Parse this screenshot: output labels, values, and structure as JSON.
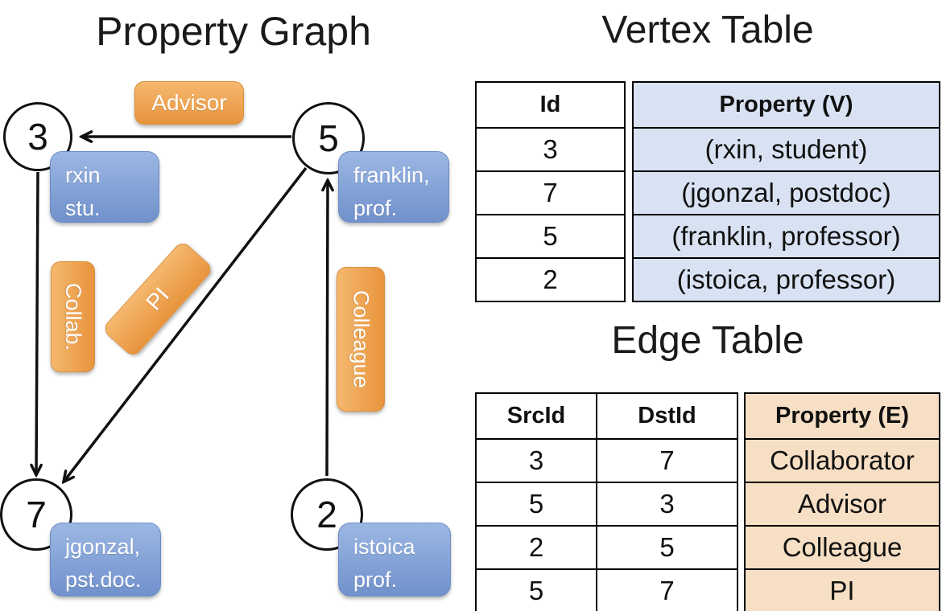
{
  "colors": {
    "node_property_blue": "#7e9fd4",
    "edge_label_orange": "#efa14e",
    "vertex_table_fill": "#d9e2f3",
    "edge_table_fill": "#f6dfc4",
    "diagram_line": "#111111"
  },
  "graph": {
    "title": "Property Graph",
    "nodes": [
      {
        "id": "3",
        "label_line1": "rxin",
        "label_line2": "stu."
      },
      {
        "id": "5",
        "label_line1": "franklin,",
        "label_line2": "prof."
      },
      {
        "id": "7",
        "label_line1": "jgonzal,",
        "label_line2": "pst.doc."
      },
      {
        "id": "2",
        "label_line1": "istoica",
        "label_line2": "prof."
      }
    ],
    "edges": [
      {
        "label": "Advisor",
        "src": "5",
        "dst": "3"
      },
      {
        "label": "Collab.",
        "src": "3",
        "dst": "7"
      },
      {
        "label": "PI",
        "src": "5",
        "dst": "7"
      },
      {
        "label": "Colleague",
        "src": "2",
        "dst": "5"
      }
    ]
  },
  "vertex_table": {
    "title": "Vertex Table",
    "columns": [
      "Id",
      "Property (V)"
    ],
    "rows": [
      [
        "3",
        "(rxin, student)"
      ],
      [
        "7",
        "(jgonzal, postdoc)"
      ],
      [
        "5",
        "(franklin, professor)"
      ],
      [
        "2",
        "(istoica, professor)"
      ]
    ]
  },
  "edge_table": {
    "title": "Edge Table",
    "columns": [
      "SrcId",
      "DstId",
      "Property (E)"
    ],
    "rows": [
      [
        "3",
        "7",
        "Collaborator"
      ],
      [
        "5",
        "3",
        "Advisor"
      ],
      [
        "2",
        "5",
        "Colleague"
      ],
      [
        "5",
        "7",
        "PI"
      ]
    ]
  }
}
